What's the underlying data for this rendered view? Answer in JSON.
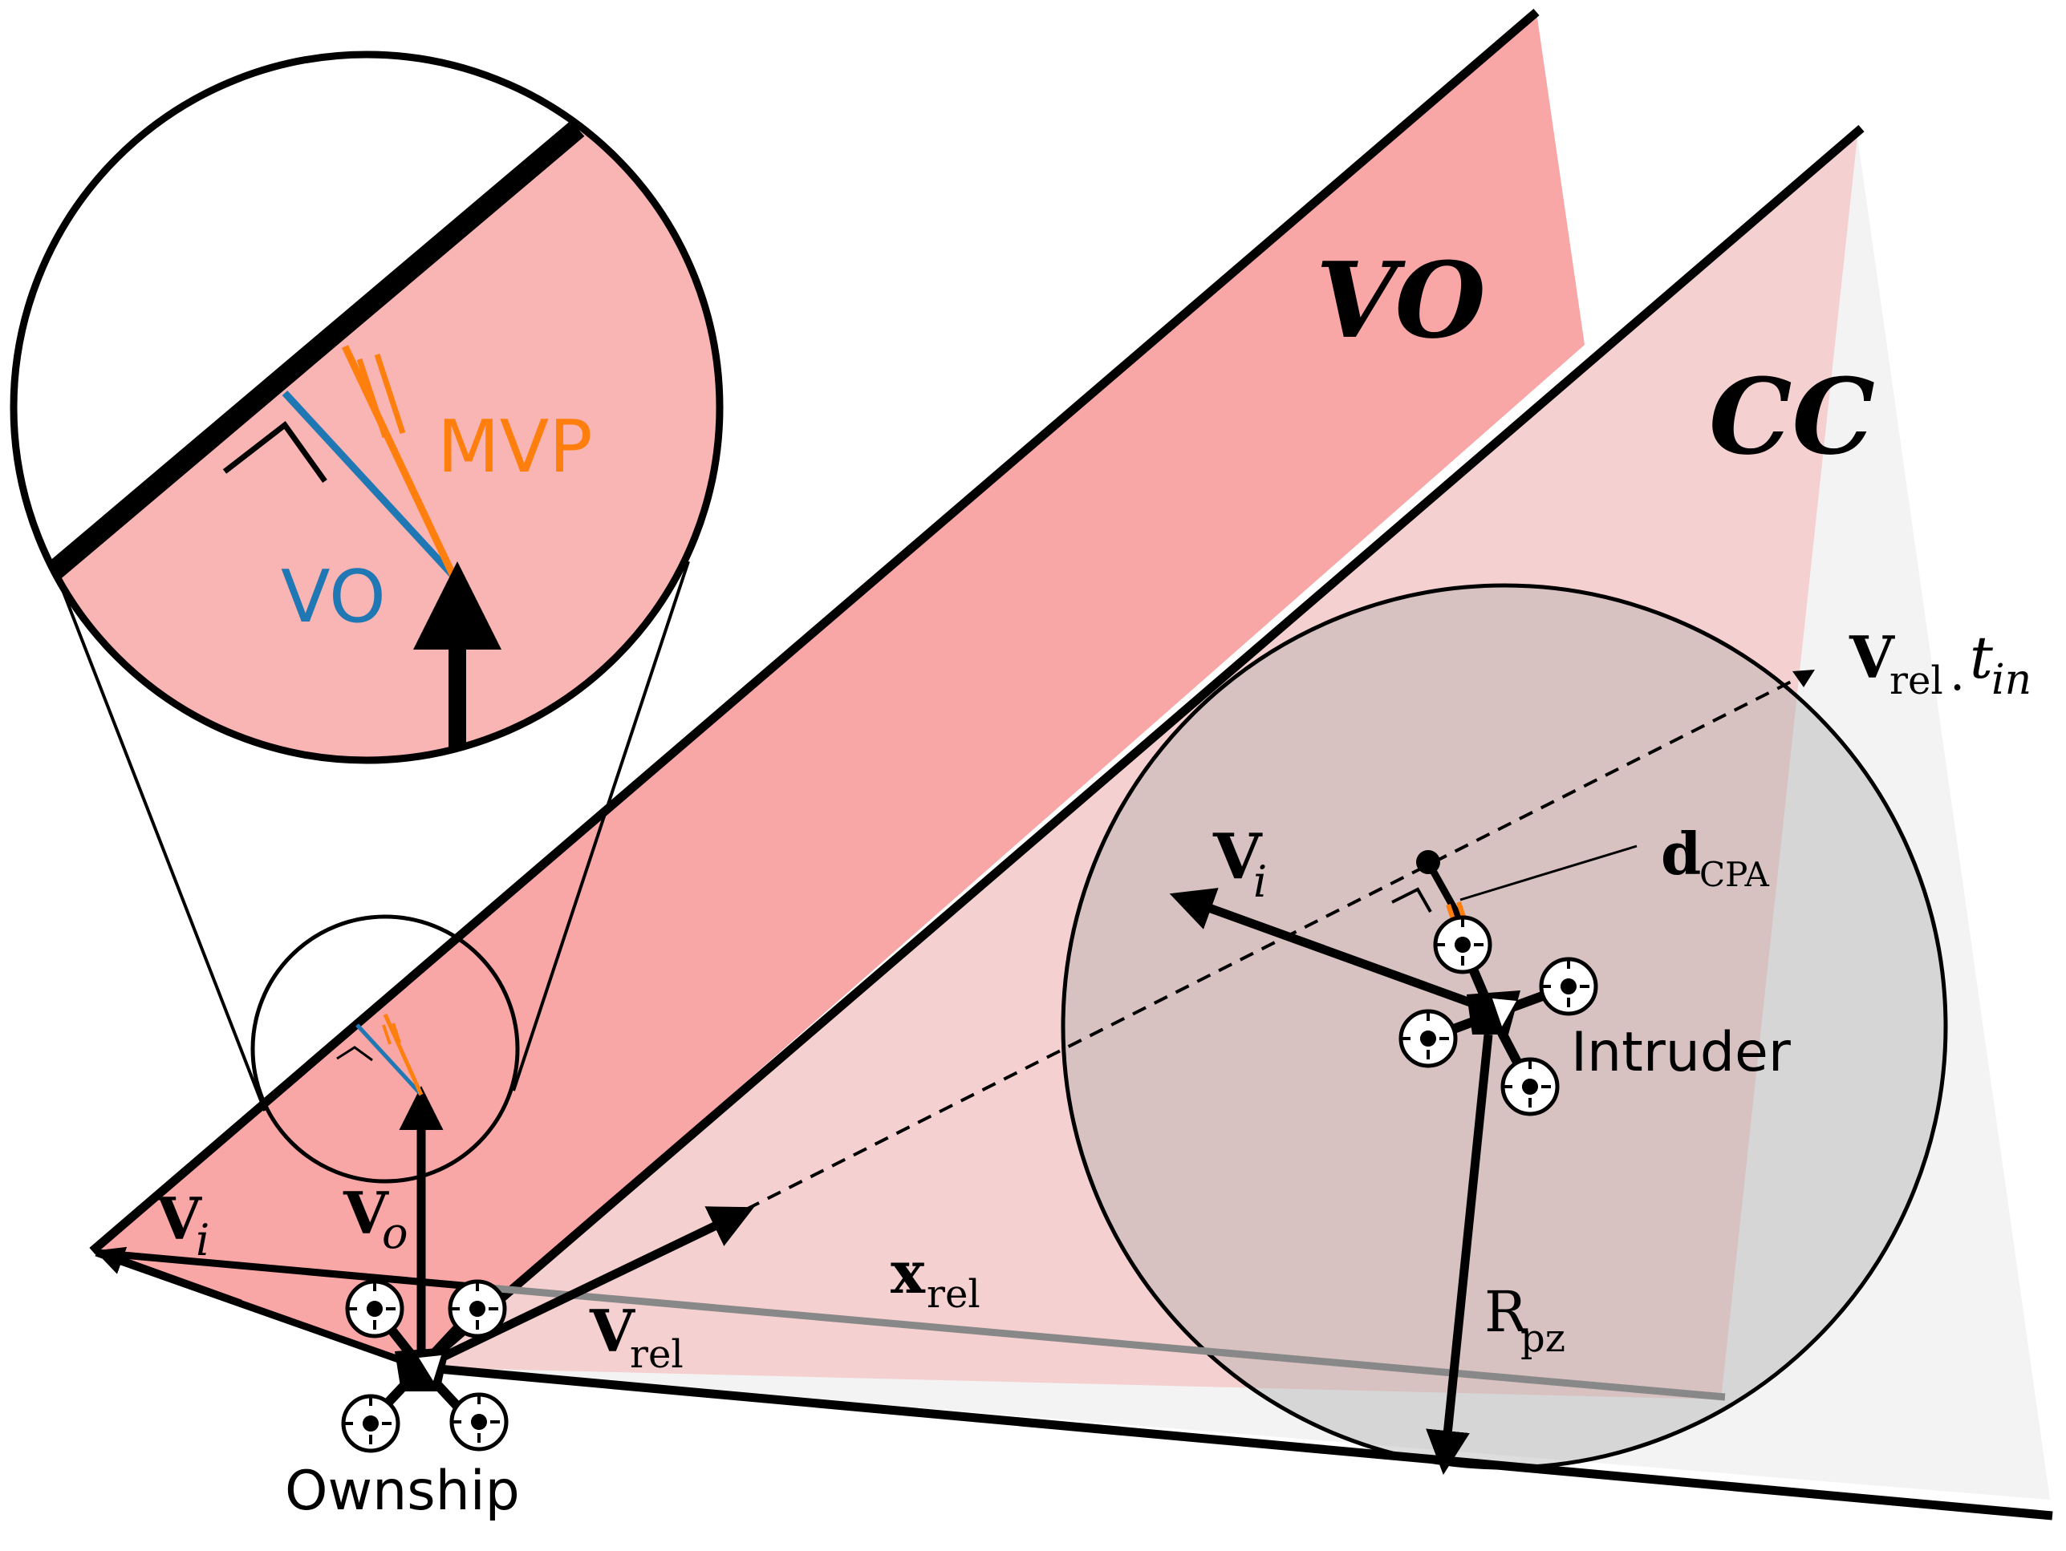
{
  "labels": {
    "vo_region": "VO",
    "cc_region": "CC",
    "v_rel_t_in_main": "V",
    "v_rel_t_in_sub": "rel",
    "v_rel_t_in_dot": ".",
    "v_rel_t_in_t": "t",
    "v_rel_t_in_tsub": "in",
    "d_cpa_main": "d",
    "d_cpa_sub": "CPA",
    "v_i_intruder_main": "V",
    "v_i_intruder_sub": "i",
    "intruder": "Intruder",
    "r_pz_main": "R",
    "r_pz_sub": "pz",
    "x_rel_main": "x",
    "x_rel_sub": "rel",
    "v_rel_main": "V",
    "v_rel_sub": "rel",
    "v_o_main": "V",
    "v_o_sub": "o",
    "v_i_own_main": "V",
    "v_i_own_sub": "i",
    "ownship": "Ownship",
    "zoom_mvp": "MVP",
    "zoom_vo": "VO"
  },
  "colors": {
    "vo_fill": "#f9a6a6",
    "cc_fill": "#f5d0d0",
    "cc_outer_fill": "#f3f3f3",
    "pz_fill": "#a9a9a9",
    "vo_line": "#1f77b4",
    "mvp_line": "#ff7f0e",
    "ink": "#000000"
  }
}
